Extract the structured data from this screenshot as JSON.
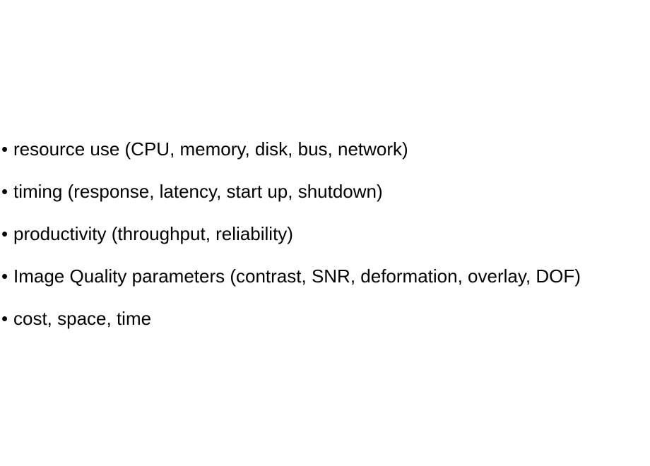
{
  "bullet_symbol": "•",
  "bullets": [
    "resource use (CPU, memory, disk, bus, network)",
    "timing (response, latency, start up, shutdown)",
    "productivity (throughput, reliability)",
    "Image Quality parameters (contrast, SNR, deformation, overlay, DOF)",
    "cost, space, time"
  ]
}
